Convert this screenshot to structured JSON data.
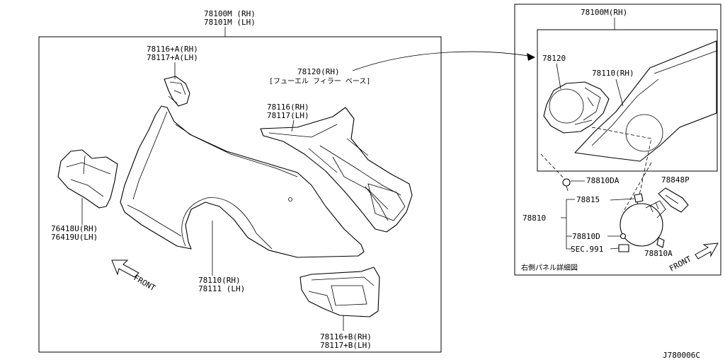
{
  "diagram_id": "J780006C",
  "main_panel": {
    "title_rh": "78100M (RH)",
    "title_lh": "78101M (LH)",
    "labels": {
      "wheelhouse_upper_rh": "78116+A(RH)",
      "wheelhouse_upper_lh": "78117+A(LH)",
      "fuel_filler_base": "78120(RH)",
      "fuel_filler_base_desc": "[フューエル フィラー ベース]",
      "inner_rh": "78116(RH)",
      "inner_lh": "78117(LH)",
      "side_panel_rh": "76418U(RH)",
      "side_panel_lh": "76419U(LH)",
      "rear_fender_rh": "78110(RH)",
      "rear_fender_lh": "78111 (LH)",
      "lower_ext_rh": "78116+B(RH)",
      "lower_ext_lh": "78117+B(LH)",
      "front_label": "FRONT"
    }
  },
  "detail_panel": {
    "title": "78100M(RH)",
    "caption": "右側パネル詳細図",
    "labels": {
      "filler_base": "78120",
      "fender": "78110(RH)",
      "screw_da": "78810DA",
      "rod": "78848P",
      "spring": "78815",
      "lid_assembly": "78810",
      "screw_d": "78810D",
      "section": "SEC.991",
      "hinge": "78810A",
      "front_label": "FRONT"
    }
  }
}
